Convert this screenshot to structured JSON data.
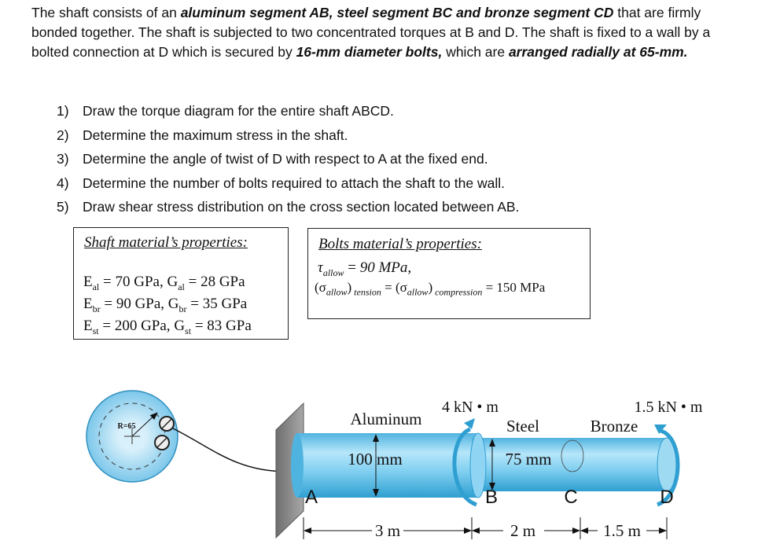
{
  "problem": {
    "t1": "The shaft consists of an ",
    "b1": "aluminum segment AB, steel segment BC and bronze segment CD",
    "t2": " that are firmly bonded together. The shaft is subjected to two concentrated torques at B and D. The shaft is fixed to a wall by a bolted connection at D which is secured by ",
    "b2": "16-mm diameter bolts,",
    "t3": " which are ",
    "b3": "arranged radially at 65-mm.",
    "t4": ""
  },
  "questions": [
    {
      "num": "1)",
      "text": "Draw the torque diagram for the entire shaft ABCD."
    },
    {
      "num": "2)",
      "text": "Determine the maximum stress in the shaft."
    },
    {
      "num": "3)",
      "text": "Determine the angle of twist of D with respect to A at the fixed end."
    },
    {
      "num": "4)",
      "text": "Determine the number of bolts required to attach the shaft to the wall."
    },
    {
      "num": "5)",
      "text": "Draw shear stress distribution on the cross section located between AB."
    }
  ],
  "shaft_props": {
    "title": "Shaft material’s properties:",
    "al": {
      "E": "E",
      "Esub": "al",
      "Eval": " = 70 GPa, ",
      "G": "G",
      "Gsub": "al",
      "Gval": " = 28 GPa"
    },
    "br": {
      "E": "E",
      "Esub": "br",
      "Eval": " = 90 GPa, ",
      "G": "G",
      "Gsub": "br",
      "Gval": " = 35 GPa"
    },
    "st": {
      "E": "E",
      "Esub": "st",
      "Eval": " = 200 GPa, ",
      "G": "G",
      "Gsub": "st",
      "Gval": " = 83 GPa"
    }
  },
  "bolt_props": {
    "title": "Bolts material’s properties:",
    "tau_sym": "τ",
    "tau_sub": "allow",
    "tau_eq": " = ",
    "tau_val": "90 MPa,",
    "sig_open1": "(σ",
    "sig_sub1": "allow",
    "sig_close1": ")",
    "tension": " tension",
    "eq": " = ",
    "sig_open2": "(σ",
    "sig_sub2": "allow",
    "sig_close2": ")",
    "compression": " compression",
    "val": " = 150 MPa"
  },
  "figure": {
    "radius_label": "R=65",
    "torque_B": "4 kN • m",
    "torque_D": "1.5 kN • m",
    "seg_AB": "Aluminum",
    "seg_BC": "Steel",
    "seg_CD": "Bronze",
    "dia_AB": "100 mm",
    "dia_BC": "75 mm",
    "pt_A": "A",
    "pt_B": "B",
    "pt_C": "C",
    "pt_D": "D",
    "len_AB": "3 m",
    "len_BC": "2 m",
    "len_CD": "1.5 m",
    "colors": {
      "shaft": "#7fcff0",
      "shaft_dark": "#3aa6d6",
      "wall": "#8a8a8a",
      "disk": "#9fd6f0"
    }
  }
}
